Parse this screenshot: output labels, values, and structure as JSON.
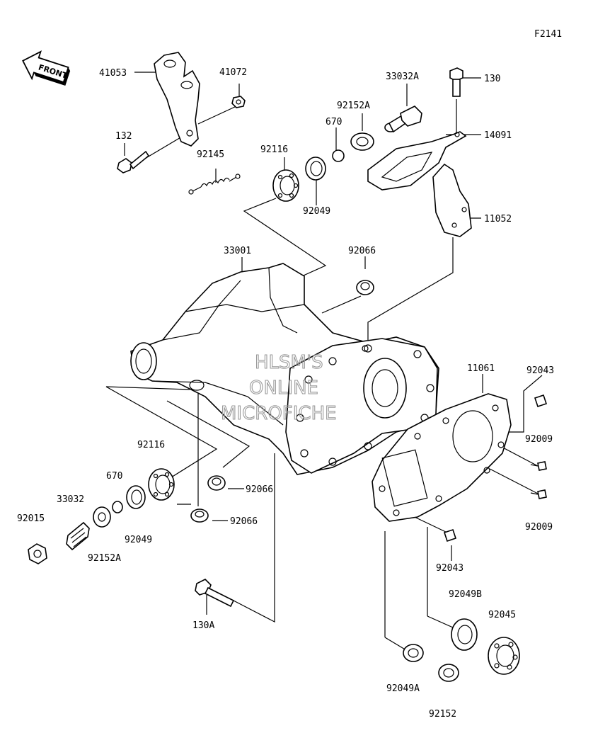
{
  "figure_code": "F2141",
  "front_arrow_text": "FRONT",
  "watermark": [
    "HLSM'S",
    "ONLINE",
    "MICROFICHE"
  ],
  "labels": [
    {
      "id": "l-41053",
      "text": "41053"
    },
    {
      "id": "l-41072",
      "text": "41072"
    },
    {
      "id": "l-33032A",
      "text": "33032A"
    },
    {
      "id": "l-130-top",
      "text": "130"
    },
    {
      "id": "l-132",
      "text": "132"
    },
    {
      "id": "l-92152A-top",
      "text": "92152A"
    },
    {
      "id": "l-670-top",
      "text": "670"
    },
    {
      "id": "l-14091",
      "text": "14091"
    },
    {
      "id": "l-92116-top",
      "text": "92116"
    },
    {
      "id": "l-92145",
      "text": "92145"
    },
    {
      "id": "l-92049-top",
      "text": "92049"
    },
    {
      "id": "l-11052",
      "text": "11052"
    },
    {
      "id": "l-33001",
      "text": "33001"
    },
    {
      "id": "l-92066-top",
      "text": "92066"
    },
    {
      "id": "l-11061",
      "text": "11061"
    },
    {
      "id": "l-92043-top",
      "text": "92043"
    },
    {
      "id": "l-92009-top",
      "text": "92009"
    },
    {
      "id": "l-92116-bot",
      "text": "92116"
    },
    {
      "id": "l-670-bot",
      "text": "670"
    },
    {
      "id": "l-92066-mid",
      "text": "92066"
    },
    {
      "id": "l-33032",
      "text": "33032"
    },
    {
      "id": "l-92015",
      "text": "92015"
    },
    {
      "id": "l-92066-low",
      "text": "92066"
    },
    {
      "id": "l-92009-bot",
      "text": "92009"
    },
    {
      "id": "l-92049-bot",
      "text": "92049"
    },
    {
      "id": "l-92152A-bot",
      "text": "92152A"
    },
    {
      "id": "l-92043-bot",
      "text": "92043"
    },
    {
      "id": "l-130A",
      "text": "130A"
    },
    {
      "id": "l-92049B",
      "text": "92049B"
    },
    {
      "id": "l-92045",
      "text": "92045"
    },
    {
      "id": "l-92049A",
      "text": "92049A"
    },
    {
      "id": "l-92152",
      "text": "92152"
    }
  ]
}
